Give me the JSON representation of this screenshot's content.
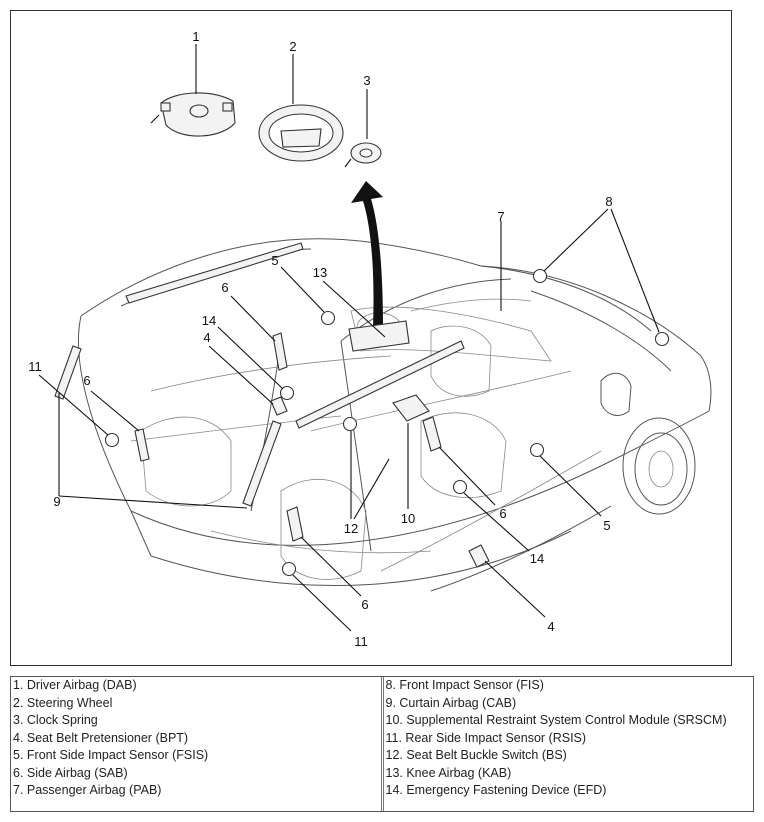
{
  "callouts": [
    "1",
    "2",
    "3",
    "4",
    "5",
    "5",
    "6",
    "6",
    "6",
    "6",
    "7",
    "8",
    "9",
    "10",
    "11",
    "11",
    "12",
    "13",
    "14",
    "14"
  ],
  "legend": {
    "left": [
      "1. Driver Airbag (DAB)",
      "2. Steering Wheel",
      "3. Clock Spring",
      "4. Seat Belt Pretensioner (BPT)",
      "5. Front Side Impact Sensor (FSIS)",
      "6. Side Airbag (SAB)",
      "7. Passenger Airbag (PAB)"
    ],
    "right": [
      "8. Front Impact Sensor (FIS)",
      "9. Curtain Airbag (CAB)",
      "10. Supplemental Restraint System Control Module (SRSCM)",
      "11. Rear Side Impact Sensor (RSIS)",
      "12. Seat Belt Buckle Switch (BS)",
      "13. Knee Airbag (KAB)",
      "14. Emergency Fastening Device (EFD)"
    ]
  }
}
